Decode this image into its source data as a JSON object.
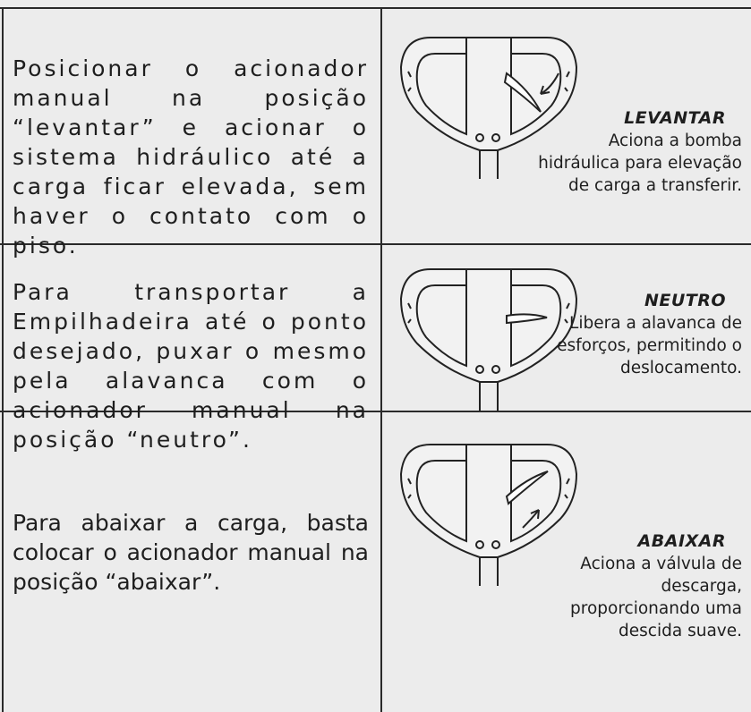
{
  "rows": [
    {
      "instruction": "Posicionar o acionador manual na posição “levantar” e acionar o sistema hidráulico até a carga ficar elevada, sem haver o contato com o piso.",
      "mode": "LEVANTAR",
      "description": "Aciona a bomba hidráulica para elevação de carga a transferir."
    },
    {
      "instruction": "Para transportar a Empilhadeira até o ponto desejado, puxar o mesmo pela alavanca com o acionador manual na posição “neutro”.",
      "mode": "NEUTRO",
      "description": "Libera a alavanca de esforços, permitindo o deslocamento."
    },
    {
      "instruction": "Para abaixar a carga, basta colocar o acionador manual na posição “abaixar”.",
      "mode": "ABAIXAR",
      "description": "Aciona a válvula de descarga, proporcionando uma descida suave."
    }
  ],
  "icons": [
    "handle-lever-up-icon",
    "handle-lever-neutral-icon",
    "handle-lever-down-icon"
  ]
}
